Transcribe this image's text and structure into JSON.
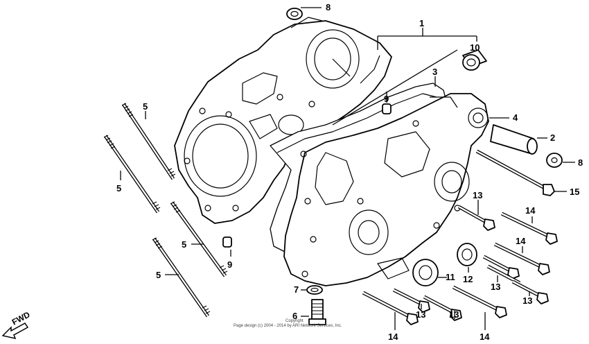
{
  "callouts": {
    "c1": "1",
    "c2": "2",
    "c3": "3",
    "c4": "4",
    "c5a": "5",
    "c5b": "5",
    "c5c": "5",
    "c5d": "5",
    "c6": "6",
    "c7": "7",
    "c8a": "8",
    "c8b": "8",
    "c9a": "9",
    "c9b": "9",
    "c10": "10",
    "c11": "11",
    "c12": "12",
    "c13a": "13",
    "c13b": "13",
    "c13c": "13",
    "c13d": "13",
    "c13e": "13",
    "c14a": "14",
    "c14b": "14",
    "c14c": "14",
    "c14d": "14",
    "c15": "15"
  },
  "fwd_label": "FWD",
  "copyright_line1": "Copyright",
  "copyright_line2": "Page design (c) 2004 - 2014 by ARI Network Services, Inc."
}
